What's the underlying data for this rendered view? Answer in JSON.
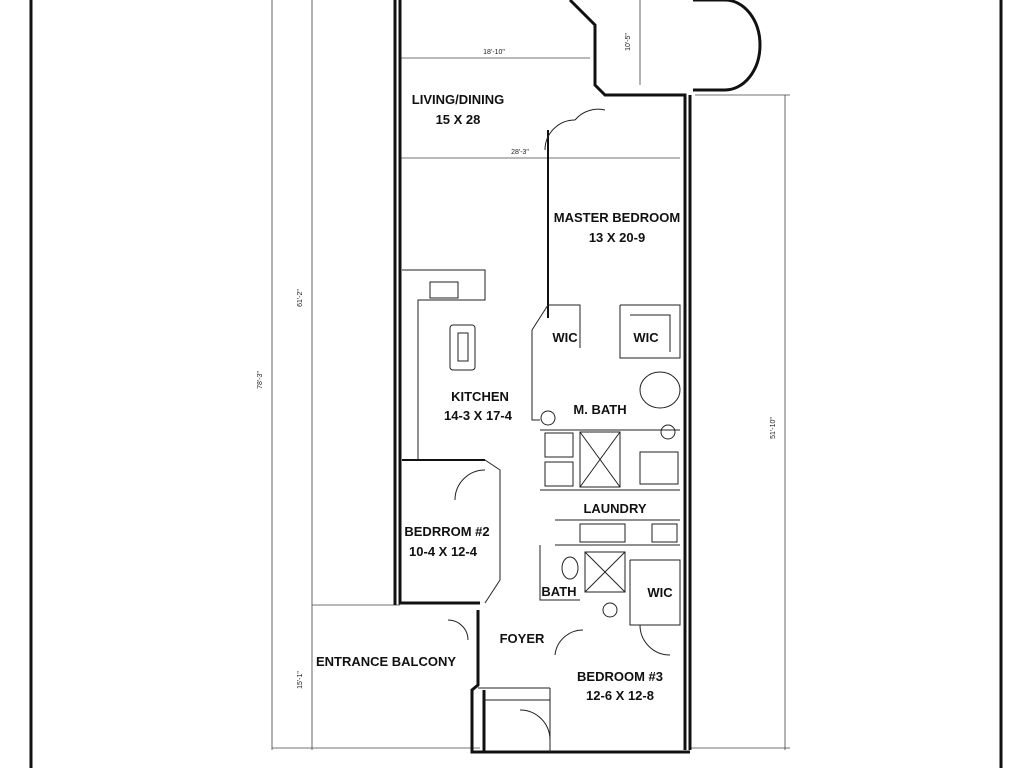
{
  "rooms": {
    "living": {
      "name": "LIVING/DINING",
      "size": "15 X 28"
    },
    "master": {
      "name": "MASTER BEDROOM",
      "size": "13 X 20-9"
    },
    "kitchen": {
      "name": "KITCHEN",
      "size": "14-3 X 17-4"
    },
    "bed2": {
      "name": "BEDRROM #2",
      "size": "10-4 X 12-4"
    },
    "bed3": {
      "name": "BEDROOM #3",
      "size": "12-6 X 12-8"
    },
    "mbath": {
      "name": "M. BATH"
    },
    "bath": {
      "name": "BATH"
    },
    "laundry": {
      "name": "LAUNDRY"
    },
    "foyer": {
      "name": "FOYER"
    },
    "balcony": {
      "name": "ENTRANCE BALCONY"
    },
    "wic1": {
      "name": "WIC"
    },
    "wic2": {
      "name": "WIC"
    },
    "wic3": {
      "name": "WIC"
    }
  },
  "dimensions": {
    "top_width": "18'-10\"",
    "mid_width": "28'-3\"",
    "bay_depth": "10'-5\"",
    "left_outer": "78'-3\"",
    "left_inner": "61'-2\"",
    "right": "51'-10\"",
    "balcony": "15'-1\""
  }
}
